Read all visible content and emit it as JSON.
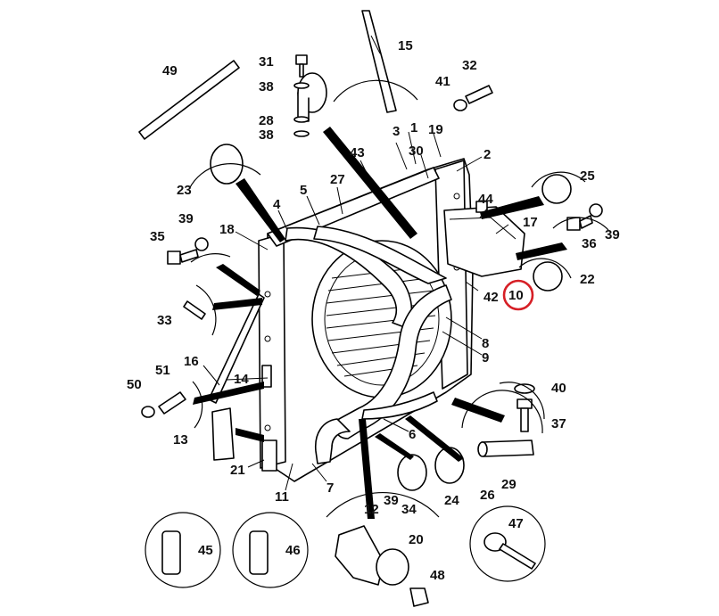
{
  "highlight_color": "#d61f26",
  "highlighted_callout": "10",
  "callouts": [
    {
      "id": "c1",
      "text": "1"
    },
    {
      "id": "c2",
      "text": "2"
    },
    {
      "id": "c3",
      "text": "3"
    },
    {
      "id": "c4",
      "text": "4"
    },
    {
      "id": "c5",
      "text": "5"
    },
    {
      "id": "c6",
      "text": "6"
    },
    {
      "id": "c7",
      "text": "7"
    },
    {
      "id": "c8",
      "text": "8"
    },
    {
      "id": "c9",
      "text": "9"
    },
    {
      "id": "c10",
      "text": "10"
    },
    {
      "id": "c11",
      "text": "11"
    },
    {
      "id": "c12",
      "text": "12"
    },
    {
      "id": "c13",
      "text": "13"
    },
    {
      "id": "c14",
      "text": "14"
    },
    {
      "id": "c15",
      "text": "15"
    },
    {
      "id": "c16",
      "text": "16"
    },
    {
      "id": "c17",
      "text": "17"
    },
    {
      "id": "c18",
      "text": "18"
    },
    {
      "id": "c19",
      "text": "19"
    },
    {
      "id": "c20",
      "text": "20"
    },
    {
      "id": "c21",
      "text": "21"
    },
    {
      "id": "c22",
      "text": "22"
    },
    {
      "id": "c23",
      "text": "23"
    },
    {
      "id": "c24",
      "text": "24"
    },
    {
      "id": "c25",
      "text": "25"
    },
    {
      "id": "c26",
      "text": "26"
    },
    {
      "id": "c27",
      "text": "27"
    },
    {
      "id": "c28",
      "text": "28"
    },
    {
      "id": "c29",
      "text": "29"
    },
    {
      "id": "c30",
      "text": "30"
    },
    {
      "id": "c31",
      "text": "31"
    },
    {
      "id": "c32",
      "text": "32"
    },
    {
      "id": "c33",
      "text": "33"
    },
    {
      "id": "c34",
      "text": "34"
    },
    {
      "id": "c35",
      "text": "35"
    },
    {
      "id": "c36",
      "text": "36"
    },
    {
      "id": "c37",
      "text": "37"
    },
    {
      "id": "c38a",
      "text": "38"
    },
    {
      "id": "c38b",
      "text": "38"
    },
    {
      "id": "c39a",
      "text": "39"
    },
    {
      "id": "c39b",
      "text": "39"
    },
    {
      "id": "c39c",
      "text": "39"
    },
    {
      "id": "c40",
      "text": "40"
    },
    {
      "id": "c41",
      "text": "41"
    },
    {
      "id": "c42",
      "text": "42"
    },
    {
      "id": "c43",
      "text": "43"
    },
    {
      "id": "c44",
      "text": "44"
    },
    {
      "id": "c45",
      "text": "45"
    },
    {
      "id": "c46",
      "text": "46"
    },
    {
      "id": "c47",
      "text": "47"
    },
    {
      "id": "c48",
      "text": "48"
    },
    {
      "id": "c49",
      "text": "49"
    },
    {
      "id": "c50",
      "text": "50"
    },
    {
      "id": "c51",
      "text": "51"
    }
  ]
}
